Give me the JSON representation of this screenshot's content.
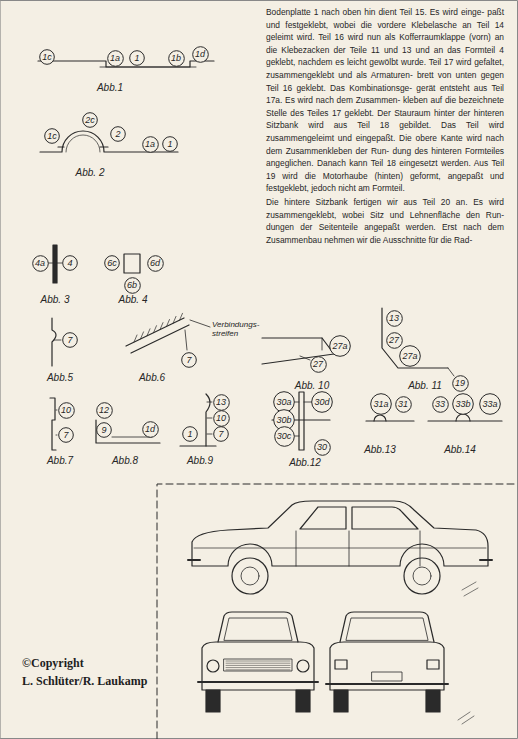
{
  "diagram": {
    "nodes": [
      {
        "text": [
          "1c"
        ]
      },
      {
        "text": [
          "1a"
        ]
      },
      {
        "text": [
          "1"
        ]
      },
      {
        "text": [
          "1b"
        ]
      },
      {
        "text": [
          "1d"
        ]
      },
      {
        "text": [
          "2c"
        ]
      },
      {
        "text": [
          "1c"
        ]
      },
      {
        "text": [
          "2"
        ]
      },
      {
        "text": [
          "1a"
        ]
      },
      {
        "text": [
          "1"
        ]
      },
      {
        "text": [
          "4a"
        ]
      },
      {
        "text": [
          "4"
        ]
      },
      {
        "text": [
          "6c"
        ]
      },
      {
        "text": [
          "6d"
        ]
      },
      {
        "text": [
          "6b"
        ]
      },
      {
        "text": [
          "7"
        ]
      },
      {
        "text": [
          "7"
        ]
      },
      {
        "text": [
          "10"
        ]
      },
      {
        "text": [
          "7"
        ]
      },
      {
        "text": [
          "12"
        ]
      },
      {
        "text": [
          "9"
        ]
      },
      {
        "text": [
          "1d"
        ]
      },
      {
        "text": [
          "13"
        ]
      },
      {
        "text": [
          "10"
        ]
      },
      {
        "text": [
          "7"
        ]
      },
      {
        "text": [
          "1"
        ]
      },
      {
        "text": [
          "27a"
        ]
      },
      {
        "text": [
          "27"
        ]
      },
      {
        "text": [
          "13"
        ]
      },
      {
        "text": [
          "27"
        ]
      },
      {
        "text": [
          "27a"
        ]
      },
      {
        "text": [
          "19"
        ]
      },
      {
        "text": [
          "30a"
        ]
      },
      {
        "text": [
          "30d"
        ]
      },
      {
        "text": [
          "30b"
        ]
      },
      {
        "text": [
          "30c"
        ]
      },
      {
        "text": [
          "30"
        ]
      },
      {
        "text": [
          "31a"
        ]
      },
      {
        "text": [
          "31"
        ]
      },
      {
        "text": [
          "33"
        ]
      },
      {
        "text": [
          "33b"
        ]
      },
      {
        "text": [
          "33a"
        ]
      }
    ],
    "labels": [
      "Abb.1",
      "Abb. 2",
      "Abb. 3",
      "Abb. 4",
      "Abb.5",
      "Abb.6",
      "Abb.7",
      "Abb.8",
      "Abb.9",
      "Abb. 10",
      "Abb. 11",
      "Abb.12",
      "Abb.13",
      "Abb.14",
      "Verbindungs- streifen",
      "Bodenplatte 1 nach oben hin dient Teil 15. Es wird einge- paßt und festgeklebt, wobei die vordere Klebelasche an Teil 14 geleimt wird. Teil 16 wird nun als Kofferraumklappe (vorn) an die Klebezacken der Teile 11 und 13 und an das Formteil 4 geklebt, nachdem es leicht gewölbt wurde. Teil 17 wird gefaltet, zusammengeklebt und als Armaturen- brett von unten gegen Teil 16 geklebt. Das Kombinationsge- gerät entsteht aus Teil 17a. Es wird nach dem Zusammen- kleben auf die bezeichnete Stelle des Teiles 17 geklebt. Der Stauraum hinter der hinteren Sitzbank wird aus Teil 18 gebildet. Das Teil wird zusammengeleimt und eingepaßt. Die obere Kante wird nach dem Zusammenkleben der Run- dung des hinteren Formteiles angeglichen. Danach kann Teil 18 eingesetzt werden. Aus Teil 19 wird die Motorhaube (hinten) geformt, angepaßt und festgeklebt, jedoch nicht am Formteil.",
      "Die hintere Sitzbank fertigen wir aus Teil 20 an. Es wird zusammengeklebt, wobei Sitz und Lehnenfläche den Run- dungen der Seitenteile angepaßt werden. Erst nach dem Zusammenbau nehmen wir die Ausschnitte für die Rad-",
      "©Copyright",
      "L. Schlüter/R. Laukamp"
    ]
  }
}
